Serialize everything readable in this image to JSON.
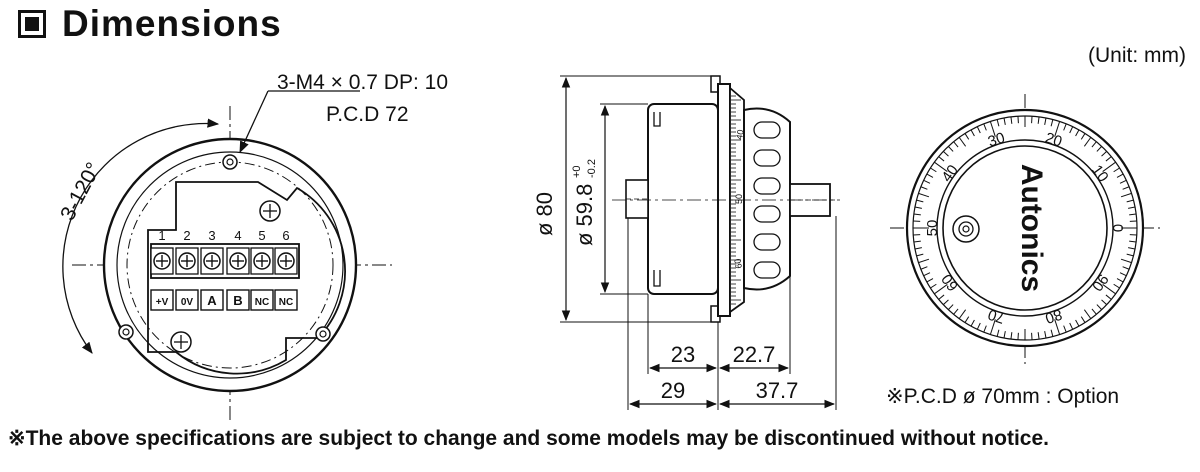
{
  "header": {
    "title": "Dimensions",
    "title_icon": "filled-square-icon",
    "unit_note": "(Unit: mm)"
  },
  "front_view": {
    "thread_callout": "3-M4 × 0.7 DP: 10",
    "pcd_callout": "P.C.D 72",
    "angle_callout": "3-120°",
    "terminal_numbers": [
      "1",
      "2",
      "3",
      "4",
      "5",
      "6"
    ],
    "terminal_labels": [
      "+V",
      "0V",
      "A",
      "B",
      "NC",
      "NC"
    ]
  },
  "side_view": {
    "dia_outer": "ø 80",
    "dia_inner": "ø 59.8",
    "dia_inner_tol_upper": "+0",
    "dia_inner_tol_lower": "-0.2",
    "dim_23": "23",
    "dim_22_7": "22.7",
    "dim_29": "29",
    "dim_37_7": "37.7",
    "dial_marks": [
      "40",
      "50",
      "60"
    ]
  },
  "dial_view": {
    "brand": "Autonics",
    "dial_numbers": [
      "0",
      "10",
      "20",
      "30",
      "40",
      "50",
      "60",
      "70",
      "80",
      "90"
    ],
    "option_note": "※P.C.D ø 70mm : Option"
  },
  "footnote": "※The above specifications are subject to change and some models may be discontinued without notice."
}
